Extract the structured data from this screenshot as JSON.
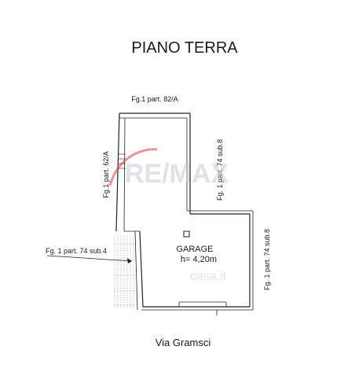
{
  "title": "PIANO TERRA",
  "labels": {
    "top": "Fg.1 part. 82/A",
    "left_vertical": "Fg.1 part. 62/A",
    "right_upper_vertical": "Fg. 1 part. 74 sub.8",
    "right_lower_vertical": "Fg. 1 part. 74 sub.8",
    "left_callout": "Fg. 1 part. 74 sub.4"
  },
  "room": {
    "name": "GARAGE",
    "height": "h= 4,20m"
  },
  "street": "Via Gramsci",
  "watermarks": {
    "brand": "RE/MAX",
    "site": "casa.it"
  },
  "colors": {
    "line": "#222222",
    "watermark_red": "#e03a3a",
    "watermark_blue": "#3a6fd0",
    "watermark_gray": "#c8ccd4"
  }
}
